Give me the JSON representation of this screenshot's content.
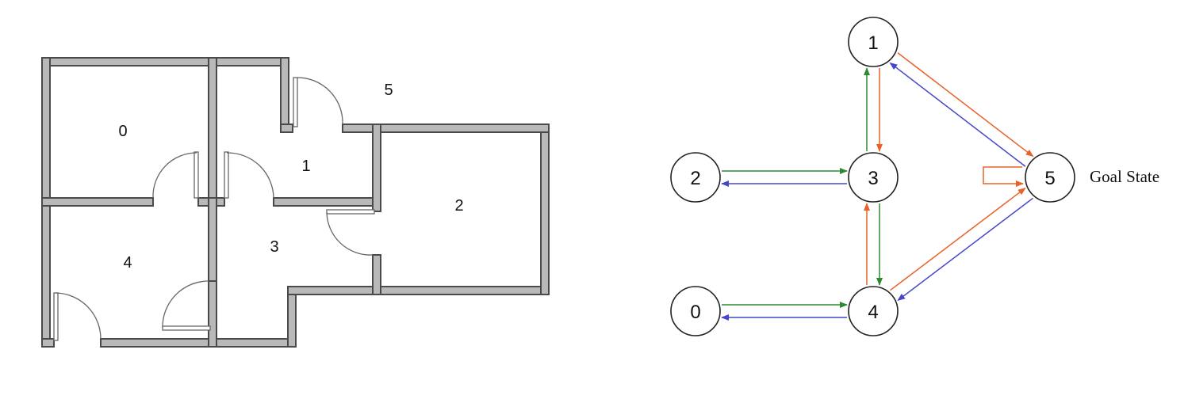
{
  "floor_plan": {
    "rooms": [
      {
        "id": "room-0",
        "label": "0"
      },
      {
        "id": "room-1",
        "label": "1"
      },
      {
        "id": "room-2",
        "label": "2"
      },
      {
        "id": "room-3",
        "label": "3"
      },
      {
        "id": "room-4",
        "label": "4"
      },
      {
        "id": "room-5",
        "label": "5"
      }
    ]
  },
  "graph": {
    "nodes": [
      {
        "id": "0",
        "label": "0"
      },
      {
        "id": "1",
        "label": "1"
      },
      {
        "id": "2",
        "label": "2"
      },
      {
        "id": "3",
        "label": "3"
      },
      {
        "id": "4",
        "label": "4"
      },
      {
        "id": "5",
        "label": "5"
      }
    ],
    "goal_label": "Goal State",
    "edges": [
      {
        "from": "1",
        "to": "3",
        "color": "#e8622b"
      },
      {
        "from": "3",
        "to": "1",
        "color": "#2f8a2f"
      },
      {
        "from": "1",
        "to": "5",
        "color": "#e8622b"
      },
      {
        "from": "5",
        "to": "1",
        "color": "#4646c8"
      },
      {
        "from": "3",
        "to": "2",
        "color": "#4646c8"
      },
      {
        "from": "2",
        "to": "3",
        "color": "#2f8a2f"
      },
      {
        "from": "3",
        "to": "4",
        "color": "#2f8a2f"
      },
      {
        "from": "4",
        "to": "3",
        "color": "#e8622b"
      },
      {
        "from": "4",
        "to": "0",
        "color": "#4646c8"
      },
      {
        "from": "0",
        "to": "4",
        "color": "#2f8a2f"
      },
      {
        "from": "4",
        "to": "5",
        "color": "#e8622b"
      },
      {
        "from": "5",
        "to": "4",
        "color": "#4646c8"
      },
      {
        "from": "5",
        "to": "5",
        "color": "#e8622b"
      }
    ],
    "colors": {
      "red": "#e8622b",
      "green": "#2f8a2f",
      "blue": "#4646c8"
    }
  }
}
